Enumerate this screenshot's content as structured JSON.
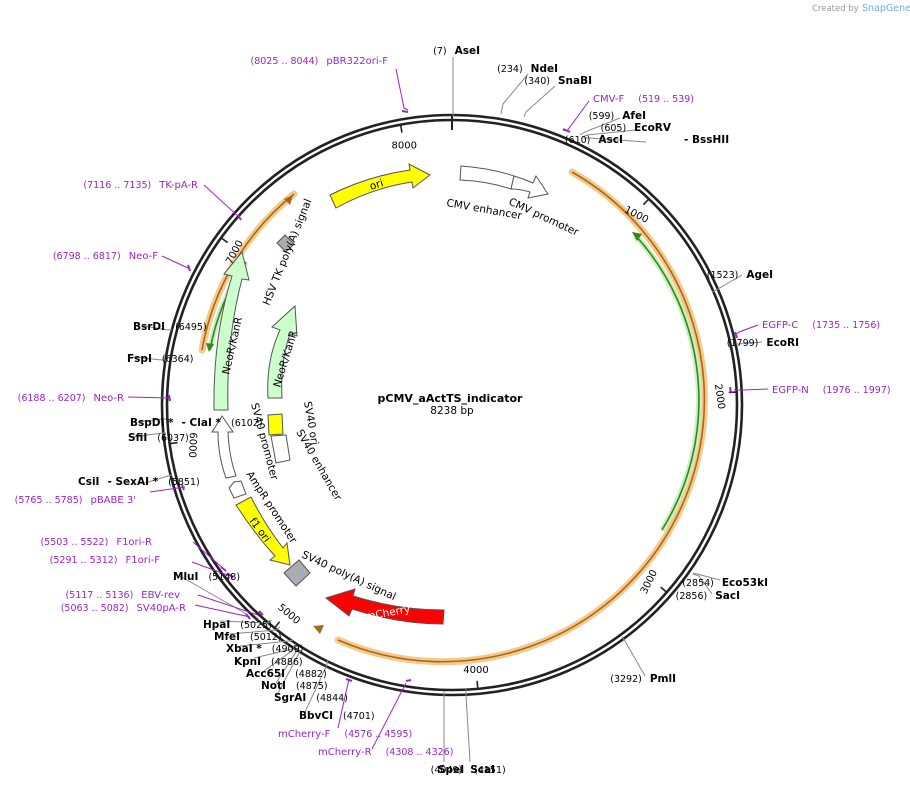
{
  "plasmid": {
    "name": "pCMV_aActTS_indicator",
    "size_label": "8238 bp",
    "length": 8238
  },
  "watermark": {
    "created_by": "Created by",
    "brand": "SnapGene"
  },
  "ticks": [
    {
      "bp": 1000,
      "label": "1000"
    },
    {
      "bp": 2000,
      "label": "2000"
    },
    {
      "bp": 3000,
      "label": "3000"
    },
    {
      "bp": 4000,
      "label": "4000"
    },
    {
      "bp": 5000,
      "label": "5000"
    },
    {
      "bp": 6000,
      "label": "6000"
    },
    {
      "bp": 7000,
      "label": "7000"
    },
    {
      "bp": 8000,
      "label": "8000"
    }
  ],
  "enzymes": [
    {
      "name": "AseI",
      "pos": "(7)"
    },
    {
      "name": "NdeI",
      "pos": "(234)"
    },
    {
      "name": "SnaBI",
      "pos": "(340)"
    },
    {
      "name": "AfeI",
      "pos": "(599)"
    },
    {
      "name": "EcoRV",
      "pos": "(605)"
    },
    {
      "name": "AscI",
      "name2": "- BssHII",
      "pos": "(610)"
    },
    {
      "name": "AgeI",
      "pos": "(1523)"
    },
    {
      "name": "EcoRI",
      "pos": "(1799)"
    },
    {
      "name": "Eco53kI",
      "pos": "(2854)"
    },
    {
      "name": "SacI",
      "pos": "(2856)"
    },
    {
      "name": "PmlI",
      "pos": "(3292)"
    },
    {
      "name": "ScaI",
      "pos": "(4049)"
    },
    {
      "name": "SpeI",
      "pos": "(4151)"
    },
    {
      "name": "BbvCI",
      "pos": "(4701)"
    },
    {
      "name": "SgrAI",
      "pos": "(4844)"
    },
    {
      "name": "NotI",
      "pos": "(4875)"
    },
    {
      "name": "Acc65I",
      "pos": "(4882)"
    },
    {
      "name": "KpnI",
      "pos": "(4886)"
    },
    {
      "name": "XbaI *",
      "pos": "(4909)"
    },
    {
      "name": "MfeI",
      "pos": "(5012)"
    },
    {
      "name": "HpaI",
      "pos": "(5025)"
    },
    {
      "name": "MluI",
      "pos": "(5148)"
    },
    {
      "name": "CsiI",
      "name2": "- SexAI *",
      "pos": "(5851)"
    },
    {
      "name": "SfiI",
      "pos": "(6037)"
    },
    {
      "name": "BspDI *",
      "name2": "- ClaI *",
      "pos": "(6102)"
    },
    {
      "name": "FspI",
      "pos": "(6364)"
    },
    {
      "name": "BsrDI",
      "pos": "(6495)"
    }
  ],
  "primers": [
    {
      "name": "pBR322ori-F",
      "range": "(8025 .. 8044)"
    },
    {
      "name": "CMV-F",
      "range": "(519 .. 539)"
    },
    {
      "name": "EGFP-C",
      "range": "(1735 .. 1756)"
    },
    {
      "name": "EGFP-N",
      "range": "(1976 .. 1997)"
    },
    {
      "name": "mCherry-F",
      "range": "(4576 .. 4595)"
    },
    {
      "name": "mCherry-R",
      "range": "(4308 .. 4326)"
    },
    {
      "name": "SV40pA-R",
      "range": "(5063 .. 5082)"
    },
    {
      "name": "EBV-rev",
      "range": "(5117 .. 5136)"
    },
    {
      "name": "F1ori-F",
      "range": "(5291 .. 5312)"
    },
    {
      "name": "F1ori-R",
      "range": "(5503 .. 5522)"
    },
    {
      "name": "pBABE 3'",
      "range": "(5765 .. 5785)"
    },
    {
      "name": "Neo-R",
      "range": "(6188 .. 6207)"
    },
    {
      "name": "Neo-F",
      "range": "(6798 .. 6817)"
    },
    {
      "name": "TK-pA-R",
      "range": "(7116 .. 7135)"
    }
  ],
  "features": [
    {
      "name": "ori",
      "color": "#ffff00"
    },
    {
      "name": "CMV enhancer",
      "color": "#ffffff"
    },
    {
      "name": "CMV promoter",
      "color": "#ffffff"
    },
    {
      "name": "HSV TK poly(A) signal",
      "color": "#a9adb2"
    },
    {
      "name": "NeoR/KanR",
      "color": "#ccffcc"
    },
    {
      "name": "NeoR/KanR",
      "color": "#ccffcc"
    },
    {
      "name": "SV40 ori",
      "color": "#ffff00"
    },
    {
      "name": "SV40 enhancer",
      "color": "#ffffff"
    },
    {
      "name": "SV40 promoter",
      "color": "#ffffff"
    },
    {
      "name": "AmpR promoter",
      "color": "#ffffff"
    },
    {
      "name": "f1 ori",
      "color": "#ffff00"
    },
    {
      "name": "SV40 poly(A) signal",
      "color": "#a9adb2"
    },
    {
      "name": "mCherry",
      "color": "#ff0000"
    }
  ],
  "colors": {
    "backbone": "#222222",
    "primer": "#9b25c7",
    "orf_glow": "#f6c98a",
    "orf_line": "#a66b19",
    "green_orf": "#2f8a1a"
  }
}
